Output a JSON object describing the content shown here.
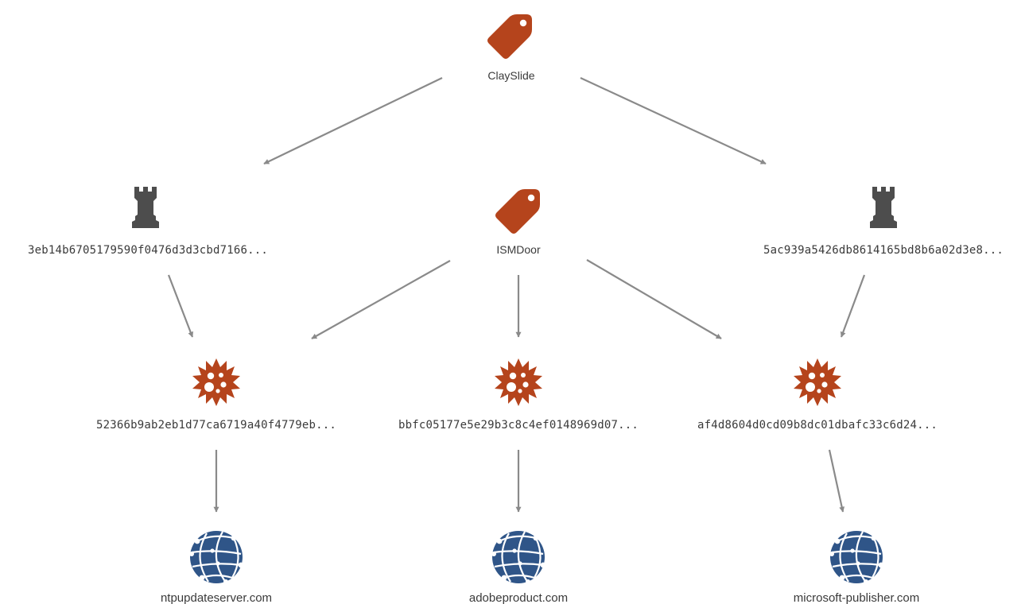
{
  "colors": {
    "tag": "#b5441c",
    "malware": "#b5441c",
    "rook": "#4d4d4d",
    "domain": "#2f5588",
    "edge": "#8a8a8a",
    "label": "#3a3a3a"
  },
  "nodes": {
    "claySlide": {
      "label": "ClaySlide",
      "icon": "tag-icon"
    },
    "ismDoor": {
      "label": "ISMDoor",
      "icon": "tag-icon"
    },
    "hashLeft": {
      "label": "3eb14b6705179590f0476d3d3cbd7166...",
      "icon": "rook-icon"
    },
    "hashRight": {
      "label": "5ac939a5426db8614165bd8b6a02d3e8...",
      "icon": "rook-icon"
    },
    "malware1": {
      "label": "52366b9ab2eb1d77ca6719a40f4779eb...",
      "icon": "malware-icon"
    },
    "malware2": {
      "label": "bbfc05177e5e29b3c8c4ef0148969d07...",
      "icon": "malware-icon"
    },
    "malware3": {
      "label": "af4d8604d0cd09b8dc01dbafc33c6d24...",
      "icon": "malware-icon"
    },
    "domain1": {
      "label": "ntpupdateserver.com",
      "icon": "globe-icon"
    },
    "domain2": {
      "label": "adobeproduct.com",
      "icon": "globe-icon"
    },
    "domain3": {
      "label": "microsoft-publisher.com",
      "icon": "globe-icon"
    }
  },
  "edges": [
    [
      "claySlide",
      "hashLeft"
    ],
    [
      "claySlide",
      "hashRight"
    ],
    [
      "hashLeft",
      "malware1"
    ],
    [
      "ismDoor",
      "malware1"
    ],
    [
      "ismDoor",
      "malware2"
    ],
    [
      "ismDoor",
      "malware3"
    ],
    [
      "hashRight",
      "malware3"
    ],
    [
      "malware1",
      "domain1"
    ],
    [
      "malware2",
      "domain2"
    ],
    [
      "malware3",
      "domain3"
    ]
  ]
}
